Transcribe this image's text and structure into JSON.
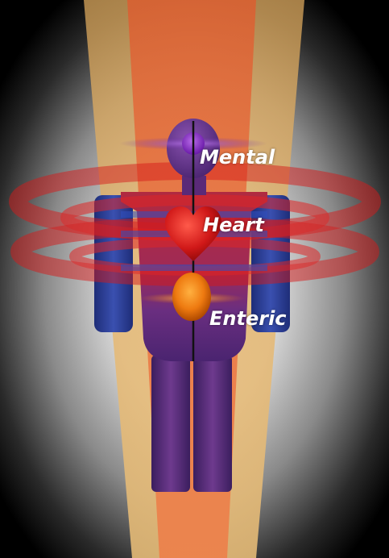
{
  "centers": {
    "mental": {
      "label": "Mental",
      "color": "#8a2fd0",
      "icon": "brain-center-orb"
    },
    "heart": {
      "label": "Heart",
      "color": "#d81818",
      "icon": "heart-icon"
    },
    "enteric": {
      "label": "Enteric",
      "color": "#f07a10",
      "icon": "gut-center-orb"
    }
  },
  "colors": {
    "background_edge": "#000000",
    "background_center": "#f4f4f4",
    "beam_outer": "#e8b870",
    "beam_inner": "#ec6a34",
    "body": "#5a2a78",
    "arm": "#2a3a8c",
    "field_rings": "#e02020"
  }
}
